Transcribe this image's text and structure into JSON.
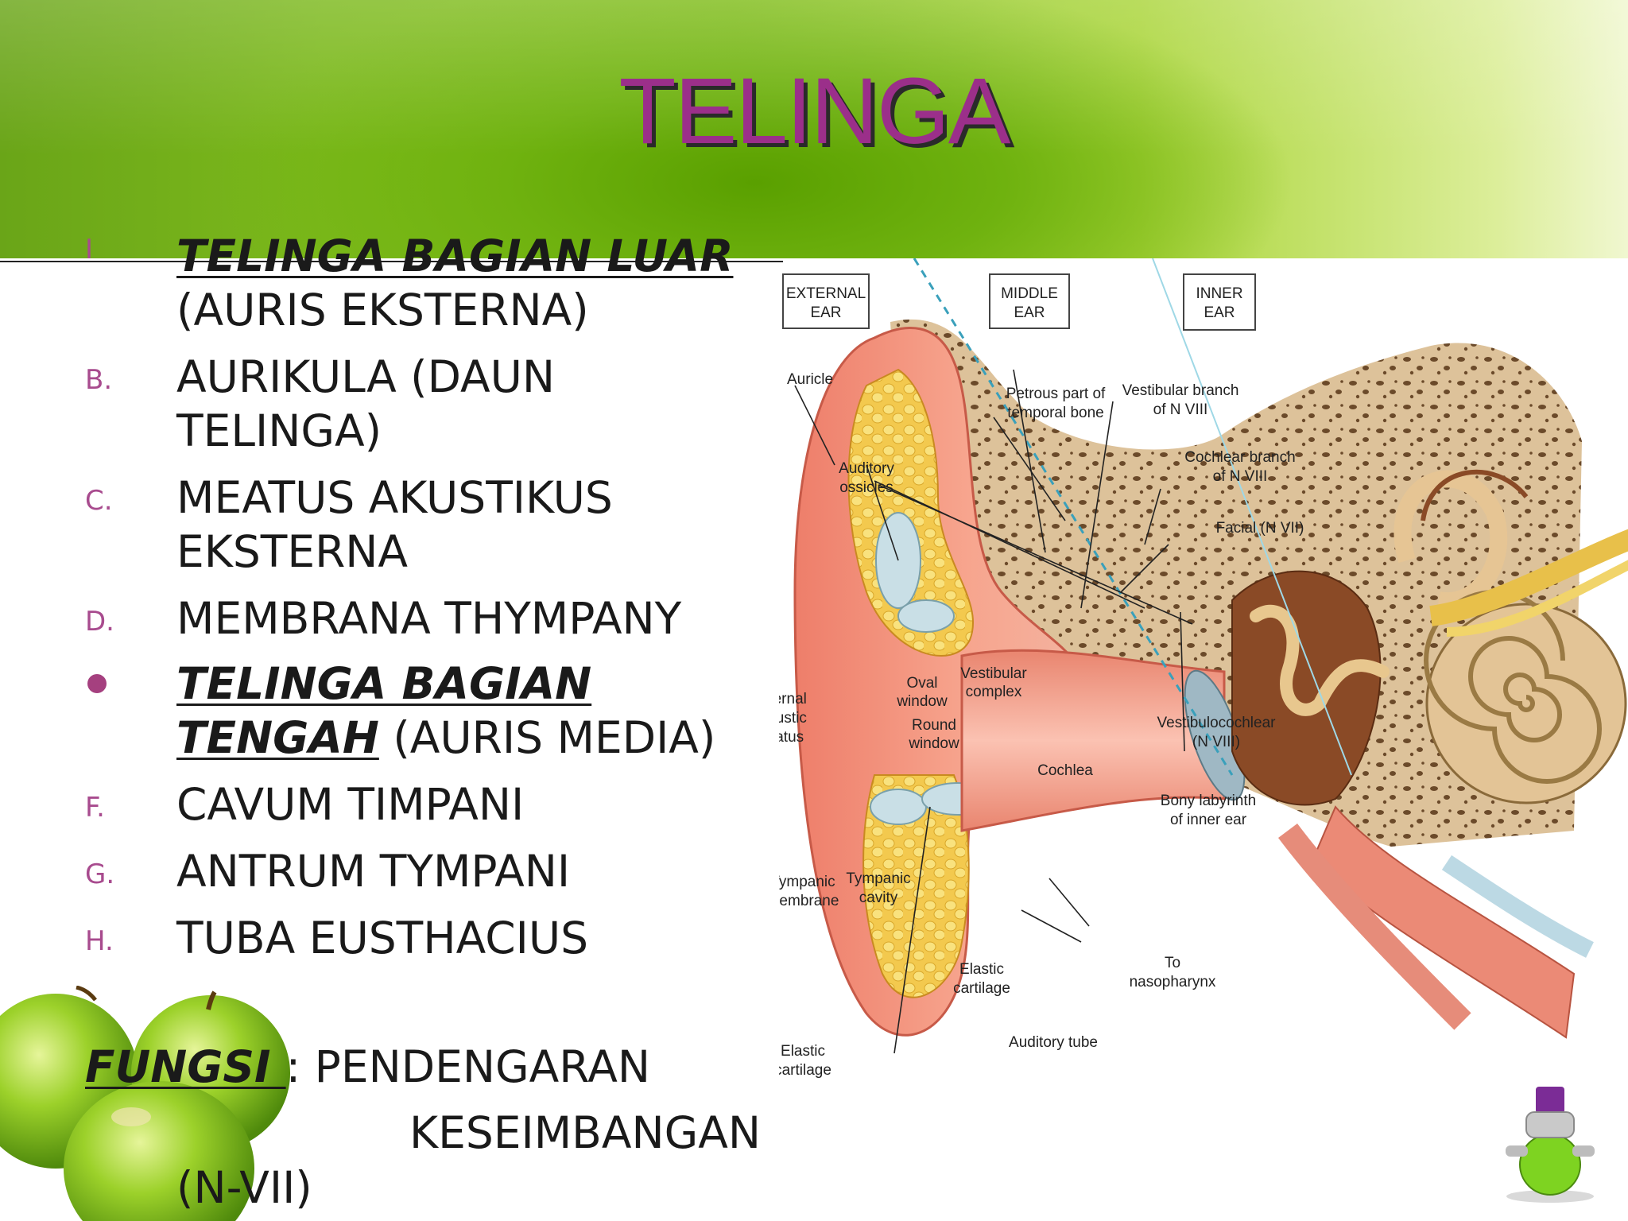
{
  "slide": {
    "title": "TELINGA"
  },
  "outline": [
    {
      "marker": "I",
      "text": "TELINGA BAGIAN LUAR",
      "text2": "(AURIS EKSTERNA)"
    },
    {
      "marker": "B.",
      "line1": "AURIKULA (DAUN",
      "line2": "TELINGA)"
    },
    {
      "marker": "C.",
      "line1": "MEATUS AKUSTIKUS",
      "line2": "EKSTERNA"
    },
    {
      "marker": "D.",
      "line1": "MEMBRANA THYMPANY"
    },
    {
      "marker": "•",
      "bold1": "TELINGA BAGIAN",
      "bold2": "TENGAH",
      "rest2": " (AURIS MEDIA)"
    },
    {
      "marker": "F.",
      "line1": "CAVUM TIMPANI"
    },
    {
      "marker": "G.",
      "line1": "ANTRUM TYMPANI"
    },
    {
      "marker": "H.",
      "line1": "TUBA EUSTHACIUS"
    }
  ],
  "fungsi": {
    "label": "FUNGSI ",
    "sep": ": PENDENGARAN",
    "line2": "KESEIMBANGAN",
    "line3": "(N-VII)"
  },
  "diagram": {
    "headers": [
      {
        "l1": "EXTERNAL",
        "l2": "EAR"
      },
      {
        "l1": "MIDDLE",
        "l2": "EAR"
      },
      {
        "l1": "INNER",
        "l2": "EAR"
      }
    ],
    "labels": {
      "auricle": "Auricle",
      "petrous_1": "Petrous part of",
      "petrous_2": "temporal bone",
      "vestibular_branch_1": "Vestibular branch",
      "vestibular_branch_2": "of N VIII",
      "auditory_ossicles_1": "Auditory",
      "auditory_ossicles_2": "ossicles",
      "cochlear_branch_1": "Cochlear branch",
      "cochlear_branch_2": "of N VIII",
      "facial": "Facial (N VII)",
      "oval_window_1": "Oval",
      "oval_window_2": "window",
      "vestibular_complex_1": "Vestibular",
      "vestibular_complex_2": "complex",
      "round_window_1": "Round",
      "round_window_2": "window",
      "external_meatus_1": "External",
      "external_meatus_2": "acoustic",
      "external_meatus_3": "meatus",
      "vestibulocochlear_1": "Vestibulocochlear",
      "vestibulocochlear_2": "(N VIII)",
      "cochlea": "Cochlea",
      "bony_labyrinth_1": "Bony labyrinth",
      "bony_labyrinth_2": "of inner ear",
      "tympanic_membrane_1": "Tympanic",
      "tympanic_membrane_2": "membrane",
      "tympanic_cavity_1": "Tympanic",
      "tympanic_cavity_2": "cavity",
      "elastic_cartilage_r_1": "Elastic",
      "elastic_cartilage_r_2": "cartilage",
      "to_nasopharynx_1": "To",
      "to_nasopharynx_2": "nasopharynx",
      "auditory_tube": "Auditory tube",
      "elastic_cartilage_l_1": "Elastic",
      "elastic_cartilage_l_2": "cartilage"
    }
  },
  "colors": {
    "title": "#9b2f8a",
    "marker": "#a84b8e",
    "banner_green": "#6fb20f"
  },
  "icons": [
    "apples-decoration",
    "ear-anatomy-illustration",
    "mascot-icon"
  ]
}
